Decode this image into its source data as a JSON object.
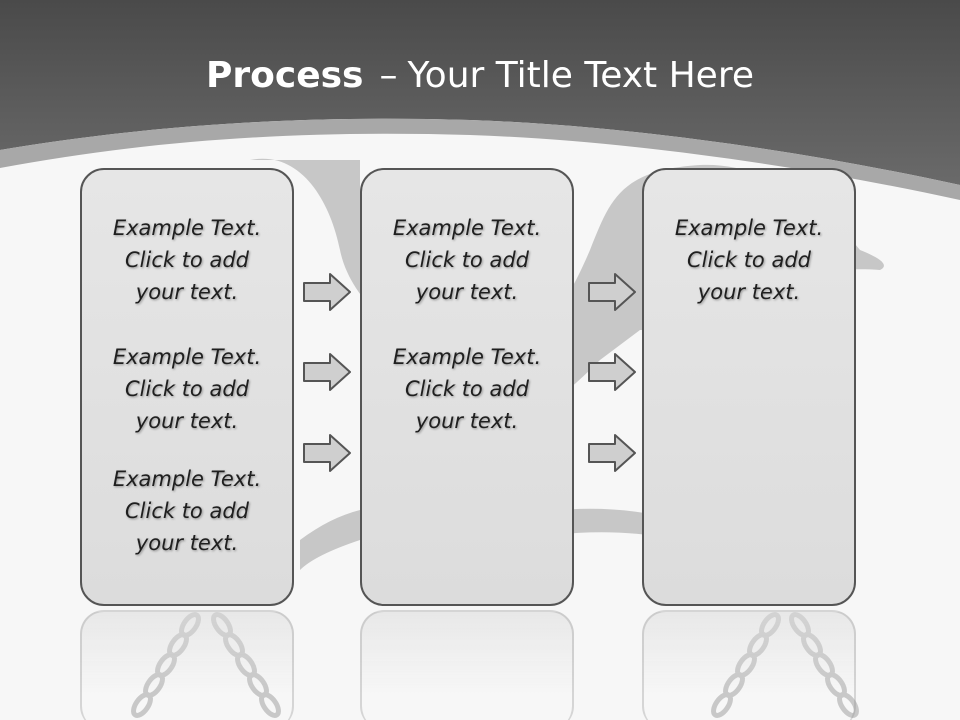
{
  "title": {
    "bold": "Process",
    "dash": "–",
    "rest": "Your Title Text Here"
  },
  "columns": [
    {
      "items": [
        {
          "line1": "Example Text.",
          "line2": "Click  to add",
          "line3": "your text."
        },
        {
          "line1": "Example Text.",
          "line2": "Click  to add",
          "line3": "your text."
        },
        {
          "line1": "Example Text.",
          "line2": "Click  to add",
          "line3": "your text."
        }
      ]
    },
    {
      "items": [
        {
          "line1": "Example Text.",
          "line2": "Click  to add",
          "line3": "your text."
        },
        {
          "line1": "Example Text.",
          "line2": "Click  to add",
          "line3": "your text."
        }
      ]
    },
    {
      "items": [
        {
          "line1": "Example Text.",
          "line2": "Click  to add",
          "line3": "your text."
        }
      ]
    }
  ],
  "colors": {
    "header": "#555555",
    "box_border": "#555555",
    "arrow_fill": "#cfcfcf",
    "arrow_stroke": "#555555"
  },
  "icons": {
    "arrow": "right-arrow-icon",
    "chain": "chain-icon"
  }
}
